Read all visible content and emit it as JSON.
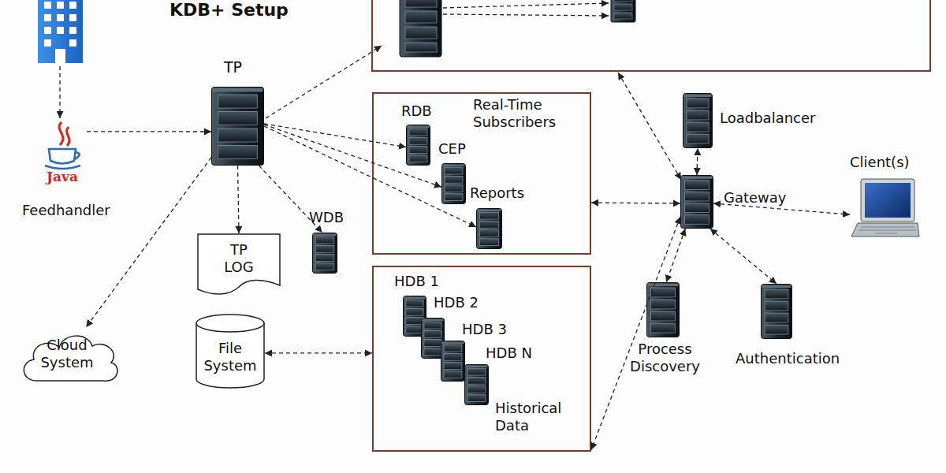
{
  "diagram": {
    "title": "KDB+ Setup",
    "nodes": [
      {
        "text": [
          "Java",
          "Feedhandler"
        ]
      },
      {
        "text": [
          "TP"
        ]
      },
      {
        "text": [
          "Real-Time Subscribers"
        ]
      },
      {
        "text": [
          "RDB"
        ],
        "in": 2
      },
      {
        "text": [
          "CEP"
        ],
        "in": 2
      },
      {
        "text": [
          "Reports"
        ],
        "in": 2
      },
      {
        "text": [
          "Loadbalancer"
        ]
      },
      {
        "text": [
          "Client(s)"
        ]
      },
      {
        "text": [
          "Gateway"
        ]
      },
      {
        "text": [
          "TP LOG"
        ]
      },
      {
        "text": [
          "WDB"
        ]
      },
      {
        "text": [
          "Cloud System"
        ]
      },
      {
        "text": [
          "File System"
        ]
      },
      {
        "text": [
          "Historical Data"
        ]
      },
      {
        "text": [
          "HDB 1"
        ],
        "in": 13
      },
      {
        "text": [
          "HDB 2"
        ],
        "in": 13
      },
      {
        "text": [
          "HDB 3"
        ],
        "in": 13
      },
      {
        "text": [
          "HDB N"
        ],
        "in": 13
      },
      {
        "text": [
          "Process Discovery"
        ]
      },
      {
        "text": [
          "Authentication"
        ]
      }
    ],
    "edges": [
      {
        "from": 0,
        "to": 1,
        "arrow": "to"
      },
      {
        "from": 1,
        "to": 3,
        "arrow": "to"
      },
      {
        "from": 1,
        "to": 4,
        "arrow": "to"
      },
      {
        "from": 1,
        "to": 5,
        "arrow": "to"
      },
      {
        "from": 1,
        "to": 9,
        "arrow": "to"
      },
      {
        "from": 1,
        "to": 10,
        "arrow": "to"
      },
      {
        "from": 1,
        "to": 11,
        "arrow": "to"
      },
      {
        "from": 12,
        "to": 13,
        "arrow": "both"
      },
      {
        "from": 2,
        "to": 8,
        "arrow": "both"
      },
      {
        "from": 8,
        "to": 6,
        "arrow": "both"
      },
      {
        "from": 8,
        "to": 7,
        "arrow": "both"
      },
      {
        "from": 8,
        "to": 13,
        "arrow": "both"
      },
      {
        "from": 8,
        "to": 18,
        "arrow": "both"
      },
      {
        "from": 8,
        "to": 19,
        "arrow": "both"
      }
    ]
  }
}
